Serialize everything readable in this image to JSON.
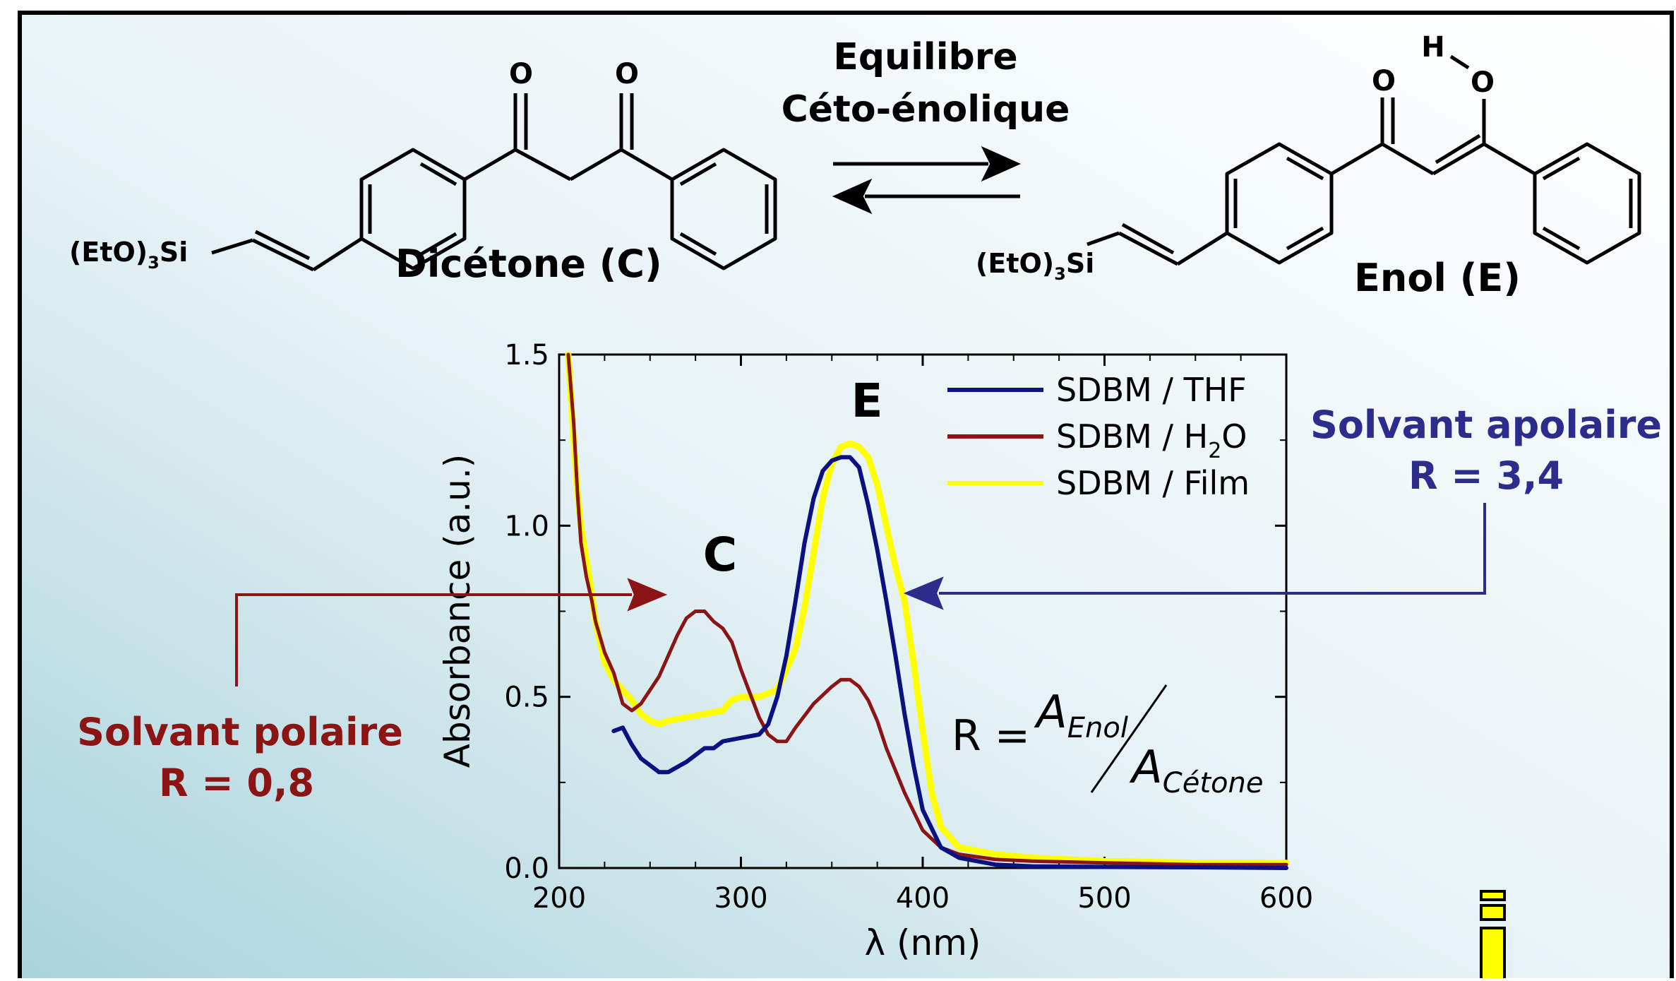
{
  "scheme": {
    "diketone_name": "Dicétone (C)",
    "enol_name": "Enol (E)",
    "equilibrium_line1": "Equilibre",
    "equilibrium_line2": "Céto-énolique",
    "silyl_group": "(EtO)",
    "silyl_sub": "3",
    "silyl_si": "Si",
    "oxygen": "O",
    "hydrogen": "H"
  },
  "annotations": {
    "polar_label": "Solvant polaire",
    "polar_ratio": "R = 0,8",
    "apolar_label": "Solvant apolaire",
    "apolar_ratio": "R = 3,4",
    "peak_c": "C",
    "peak_e": "E",
    "formula_r": "R =",
    "formula_num": "A",
    "formula_num_sub": "Enol",
    "formula_den": "A",
    "formula_den_sub": "Cétone"
  },
  "colors": {
    "polar": "#8b1414",
    "apolar": "#2c2c8c",
    "thf": "#0b1280",
    "h2o": "#8b1414",
    "film": "#ffff00"
  },
  "chart_data": {
    "type": "line",
    "xlabel": "λ (nm)",
    "ylabel": "Absorbance (a.u.)",
    "xlim": [
      200,
      600
    ],
    "ylim": [
      0,
      1.5
    ],
    "xticks": [
      "200",
      "300",
      "400",
      "500",
      "600"
    ],
    "yticks": [
      "0.0",
      "0.5",
      "1.0",
      "1.5"
    ],
    "legend_position": "top-right",
    "series": [
      {
        "name": "SDBM / THF",
        "name_base": "SDBM / THF",
        "name_sub": "",
        "name_tail": "",
        "color": "#0b1280",
        "x": [
          230,
          235,
          240,
          245,
          250,
          255,
          260,
          270,
          280,
          285,
          290,
          300,
          310,
          315,
          320,
          325,
          330,
          335,
          340,
          345,
          350,
          355,
          360,
          365,
          370,
          375,
          380,
          385,
          390,
          395,
          400,
          410,
          420,
          440,
          460,
          500,
          550,
          600
        ],
        "y": [
          0.4,
          0.41,
          0.36,
          0.32,
          0.3,
          0.28,
          0.28,
          0.31,
          0.35,
          0.35,
          0.37,
          0.38,
          0.39,
          0.42,
          0.5,
          0.62,
          0.78,
          0.95,
          1.08,
          1.16,
          1.19,
          1.2,
          1.2,
          1.17,
          1.06,
          0.93,
          0.78,
          0.62,
          0.45,
          0.3,
          0.17,
          0.06,
          0.03,
          0.01,
          0.005,
          0.003,
          0.002,
          0.0
        ]
      },
      {
        "name": "SDBM / H2O",
        "name_base": "SDBM / H",
        "name_sub": "2",
        "name_tail": "O",
        "color": "#8b1414",
        "x": [
          205,
          208,
          210,
          212,
          215,
          218,
          220,
          225,
          230,
          235,
          240,
          245,
          250,
          255,
          260,
          265,
          270,
          275,
          280,
          285,
          290,
          295,
          300,
          305,
          310,
          315,
          320,
          325,
          330,
          340,
          350,
          355,
          360,
          365,
          370,
          375,
          380,
          390,
          400,
          410,
          420,
          440,
          460,
          500,
          550,
          600
        ],
        "y": [
          1.5,
          1.3,
          1.1,
          0.95,
          0.85,
          0.78,
          0.72,
          0.63,
          0.57,
          0.48,
          0.46,
          0.48,
          0.52,
          0.56,
          0.62,
          0.68,
          0.73,
          0.75,
          0.75,
          0.72,
          0.7,
          0.66,
          0.58,
          0.51,
          0.44,
          0.39,
          0.37,
          0.37,
          0.41,
          0.48,
          0.53,
          0.55,
          0.55,
          0.53,
          0.49,
          0.43,
          0.35,
          0.22,
          0.11,
          0.06,
          0.04,
          0.025,
          0.02,
          0.015,
          0.01,
          0.01
        ]
      },
      {
        "name": "SDBM / Film",
        "name_base": "SDBM / Film",
        "name_sub": "",
        "name_tail": "",
        "color": "#ffff00",
        "x": [
          205,
          208,
          210,
          212,
          215,
          218,
          220,
          225,
          230,
          235,
          240,
          245,
          250,
          255,
          260,
          270,
          280,
          290,
          295,
          300,
          310,
          320,
          330,
          335,
          340,
          345,
          350,
          355,
          360,
          365,
          370,
          375,
          380,
          385,
          390,
          395,
          400,
          405,
          410,
          420,
          440,
          460,
          500,
          550,
          600
        ],
        "y": [
          1.5,
          1.25,
          1.1,
          1.0,
          0.9,
          0.8,
          0.72,
          0.6,
          0.55,
          0.52,
          0.49,
          0.45,
          0.43,
          0.42,
          0.43,
          0.44,
          0.45,
          0.46,
          0.49,
          0.5,
          0.5,
          0.52,
          0.64,
          0.76,
          0.92,
          1.08,
          1.18,
          1.23,
          1.24,
          1.23,
          1.2,
          1.12,
          1.0,
          0.88,
          0.78,
          0.6,
          0.4,
          0.22,
          0.12,
          0.06,
          0.04,
          0.03,
          0.02,
          0.015,
          0.015
        ]
      }
    ]
  }
}
